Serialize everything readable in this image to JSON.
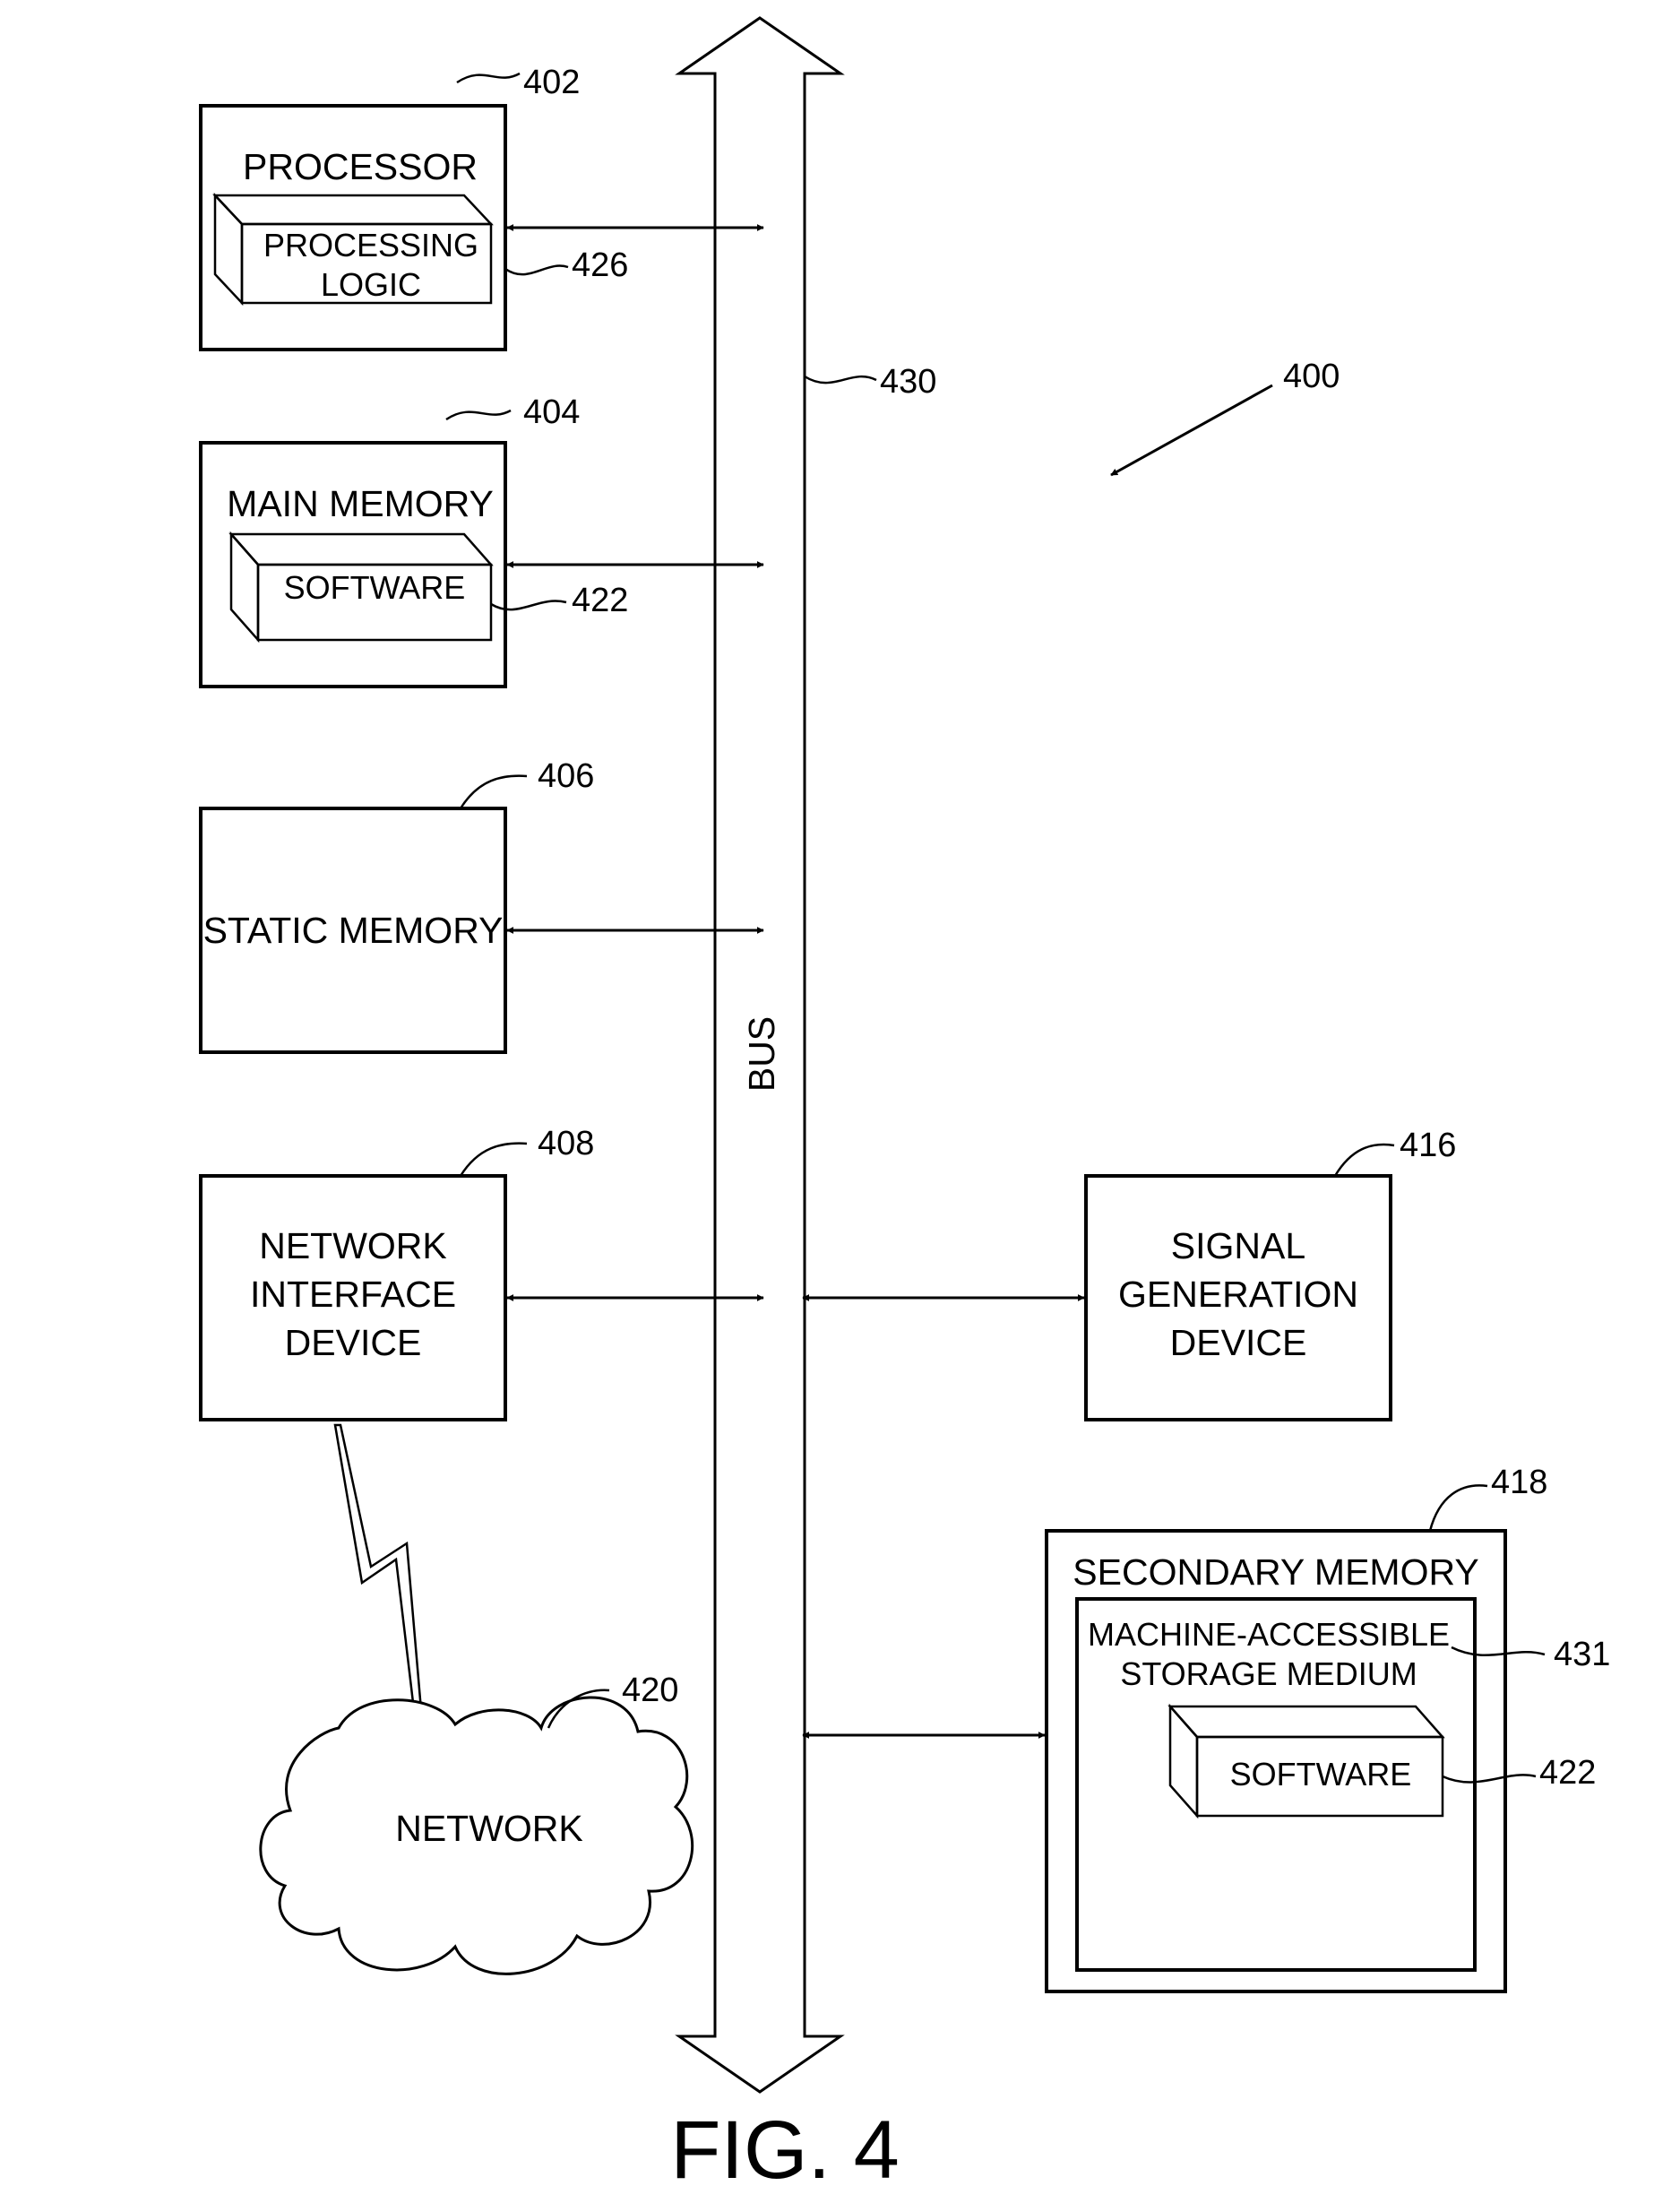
{
  "figure_label": "FIG. 4",
  "system_ref": "400",
  "bus": {
    "label": "BUS",
    "ref": "430"
  },
  "blocks": {
    "processor": {
      "title": "PROCESSOR",
      "ref": "402",
      "inner_line1": "PROCESSING",
      "inner_line2": "LOGIC",
      "inner_ref": "426"
    },
    "main_memory": {
      "title": "MAIN MEMORY",
      "ref": "404",
      "inner": "SOFTWARE",
      "inner_ref": "422"
    },
    "static_memory": {
      "title": "STATIC MEMORY",
      "ref": "406"
    },
    "network_interface": {
      "line1": "NETWORK",
      "line2": "INTERFACE",
      "line3": "DEVICE",
      "ref": "408"
    },
    "signal_generation": {
      "line1": "SIGNAL",
      "line2": "GENERATION",
      "line3": "DEVICE",
      "ref": "416"
    },
    "secondary_memory": {
      "title": "SECONDARY MEMORY",
      "ref": "418",
      "medium_line1": "MACHINE-ACCESSIBLE",
      "medium_line2": "STORAGE MEDIUM",
      "medium_ref": "431",
      "inner": "SOFTWARE",
      "inner_ref": "422"
    },
    "network": {
      "label": "NETWORK",
      "ref": "420"
    }
  }
}
